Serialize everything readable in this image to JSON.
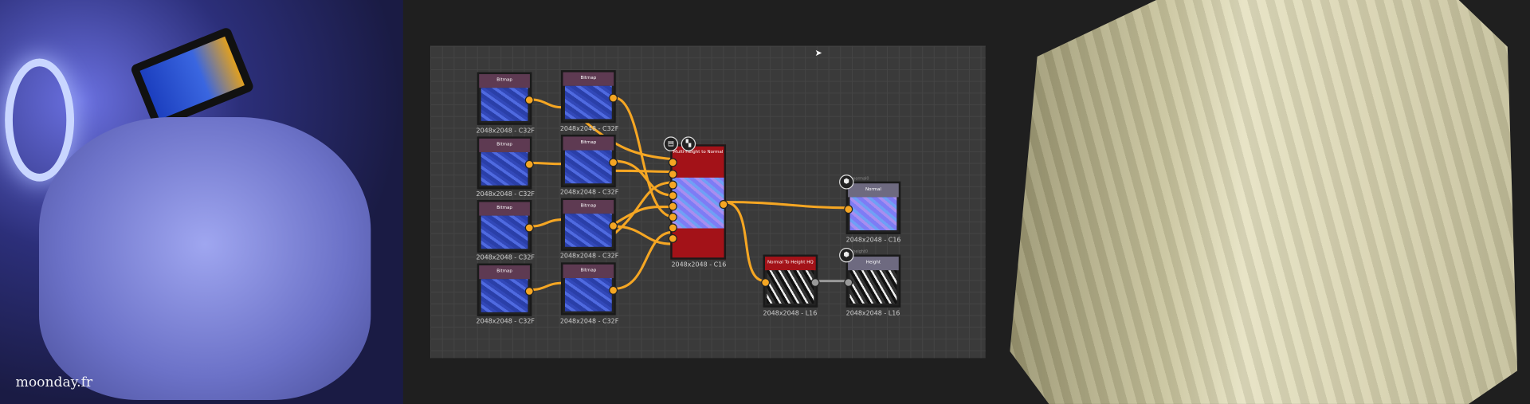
{
  "photo": {
    "watermark": "moonday.fr"
  },
  "graph": {
    "bitmap_nodes": [
      {
        "title": "Bitmap",
        "label": "2048x2048 - C32F"
      },
      {
        "title": "Bitmap",
        "label": "2048x2048 - C32F"
      },
      {
        "title": "Bitmap",
        "label": "2048x2048 - C32F"
      },
      {
        "title": "Bitmap",
        "label": "2048x2048 - C32F"
      },
      {
        "title": "Bitmap",
        "label": "2048x2048 - C32F"
      },
      {
        "title": "Bitmap",
        "label": "2048x2048 - C32F"
      },
      {
        "title": "Bitmap",
        "label": "2048x2048 - C32F"
      },
      {
        "title": "Bitmap",
        "label": "2048x2048 - C32F"
      }
    ],
    "multi": {
      "title": "Multi-Height to Normal",
      "label": "2048x2048 - C16"
    },
    "normal_out": {
      "tag": "normal0",
      "title": "Normal",
      "label": "2048x2048 - C16"
    },
    "n2h": {
      "title": "Normal To Height HQ",
      "label": "2048x2048 - L16"
    },
    "height_out": {
      "tag": "height0",
      "title": "Height",
      "label": "2048x2048 - L16"
    }
  },
  "colors": {
    "wire": "#f5a623",
    "node_red": "#a31218",
    "panel": "#3a3a3a"
  }
}
